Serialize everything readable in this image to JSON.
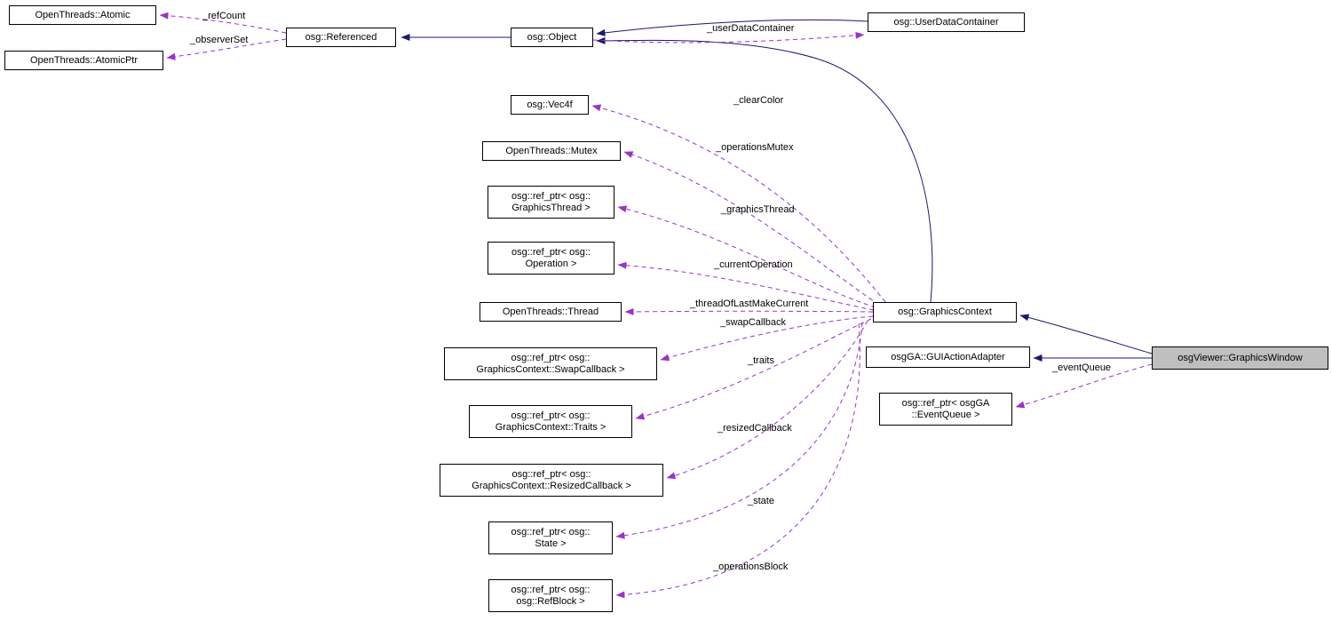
{
  "nodes": {
    "atomic": {
      "label": "OpenThreads::Atomic"
    },
    "atomicPtr": {
      "label": "OpenThreads::AtomicPtr"
    },
    "referenced": {
      "label": "osg::Referenced"
    },
    "object": {
      "label": "osg::Object"
    },
    "userDataContainer": {
      "label": "osg::UserDataContainer"
    },
    "vec4f": {
      "label": "osg::Vec4f"
    },
    "mutex": {
      "label": "OpenThreads::Mutex"
    },
    "refGraphicsThread": {
      "label": "osg::ref_ptr< osg::\nGraphicsThread >"
    },
    "refOperation": {
      "label": "osg::ref_ptr< osg::\nOperation >"
    },
    "thread": {
      "label": "OpenThreads::Thread"
    },
    "refSwapCallback": {
      "label": "osg::ref_ptr< osg::\nGraphicsContext::SwapCallback >"
    },
    "refTraits": {
      "label": "osg::ref_ptr< osg::\nGraphicsContext::Traits >"
    },
    "refResizedCallback": {
      "label": "osg::ref_ptr< osg::\nGraphicsContext::ResizedCallback >"
    },
    "refState": {
      "label": "osg::ref_ptr< osg::\nState >"
    },
    "refRefBlock": {
      "label": "osg::ref_ptr< osg::\nosg::RefBlock >"
    },
    "graphicsContext": {
      "label": "osg::GraphicsContext"
    },
    "guiActionAdapter": {
      "label": "osgGA::GUIActionAdapter"
    },
    "refEventQueue": {
      "label": "osg::ref_ptr< osgGA\n::EventQueue >"
    },
    "graphicsWindow": {
      "label": "osgViewer::GraphicsWindow"
    }
  },
  "edge_labels": {
    "refCount": "_refCount",
    "observerSet": "_observerSet",
    "userDataContainer": "_userDataContainer",
    "clearColor": "_clearColor",
    "operationsMutex": "_operationsMutex",
    "graphicsThread": "_graphicsThread",
    "currentOperation": "_currentOperation",
    "threadOfLastMakeCurrent": "_threadOfLastMakeCurrent",
    "swapCallback": "_swapCallback",
    "traits": "_traits",
    "resizedCallback": "_resizedCallback",
    "state": "_state",
    "operationsBlock": "_operationsBlock",
    "eventQueue": "_eventQueue"
  },
  "colors": {
    "inheritance_edge": "#191970",
    "usage_edge": "#9a32cd",
    "node_border": "#000000",
    "node_fill": "#ffffff",
    "selected_node_fill": "#bfbfbf",
    "background": "#ffffff"
  }
}
